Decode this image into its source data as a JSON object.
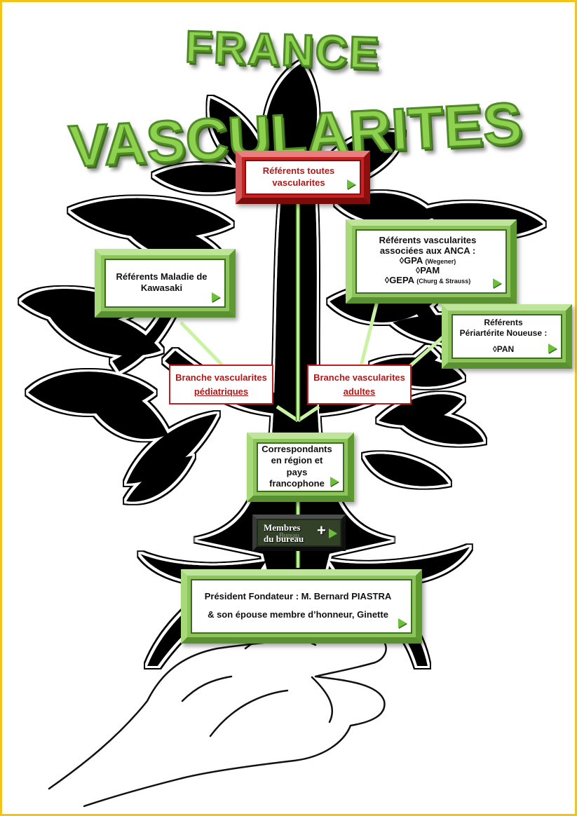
{
  "title": {
    "line1": "FRANCE",
    "line2": "VASCULARITES"
  },
  "colors": {
    "title_green": "#8ed14f",
    "box_green": "#8dc45d",
    "accent_red": "#c72222",
    "frame_yellow": "#f2c418",
    "tree_black": "#000000"
  },
  "boxes": {
    "toutes": {
      "line1": "Référents toutes",
      "line2": "vascularites"
    },
    "kawasaki": {
      "line1": "Référents Maladie de",
      "line2": "Kawasaki"
    },
    "anca": {
      "line1": "Référents vascularites",
      "line2": "associées aux ANCA :",
      "gpa": "◊GPA",
      "gpa_note": "(Wegener)",
      "pam": "◊PAM",
      "gepa": "◊GEPA",
      "gepa_note": "(Churg & Strauss)"
    },
    "pan": {
      "line1": "Référents",
      "line2": "Périartérite Noueuse :",
      "line3": "◊PAN"
    },
    "branch_ped": {
      "line1": "Branche  vascularites",
      "line2": "pédiatriques"
    },
    "branch_adult": {
      "line1": "Branche  vascularites",
      "line2": "adultes"
    },
    "correspondants": {
      "line1": "Correspondants",
      "line2": "en région et pays",
      "line3": "francophone"
    },
    "bureau": {
      "line1": "Membres",
      "line2": "du bureau",
      "ghost": "Bureau",
      "plus": "+"
    },
    "president": {
      "line1": "Président Fondateur : M. Bernard PIASTRA",
      "line2": "& son épouse membre d’honneur, Ginette"
    }
  },
  "icons": [
    "play-arrow-icon",
    "plus-icon",
    "hand-icon",
    "tree-icon"
  ]
}
